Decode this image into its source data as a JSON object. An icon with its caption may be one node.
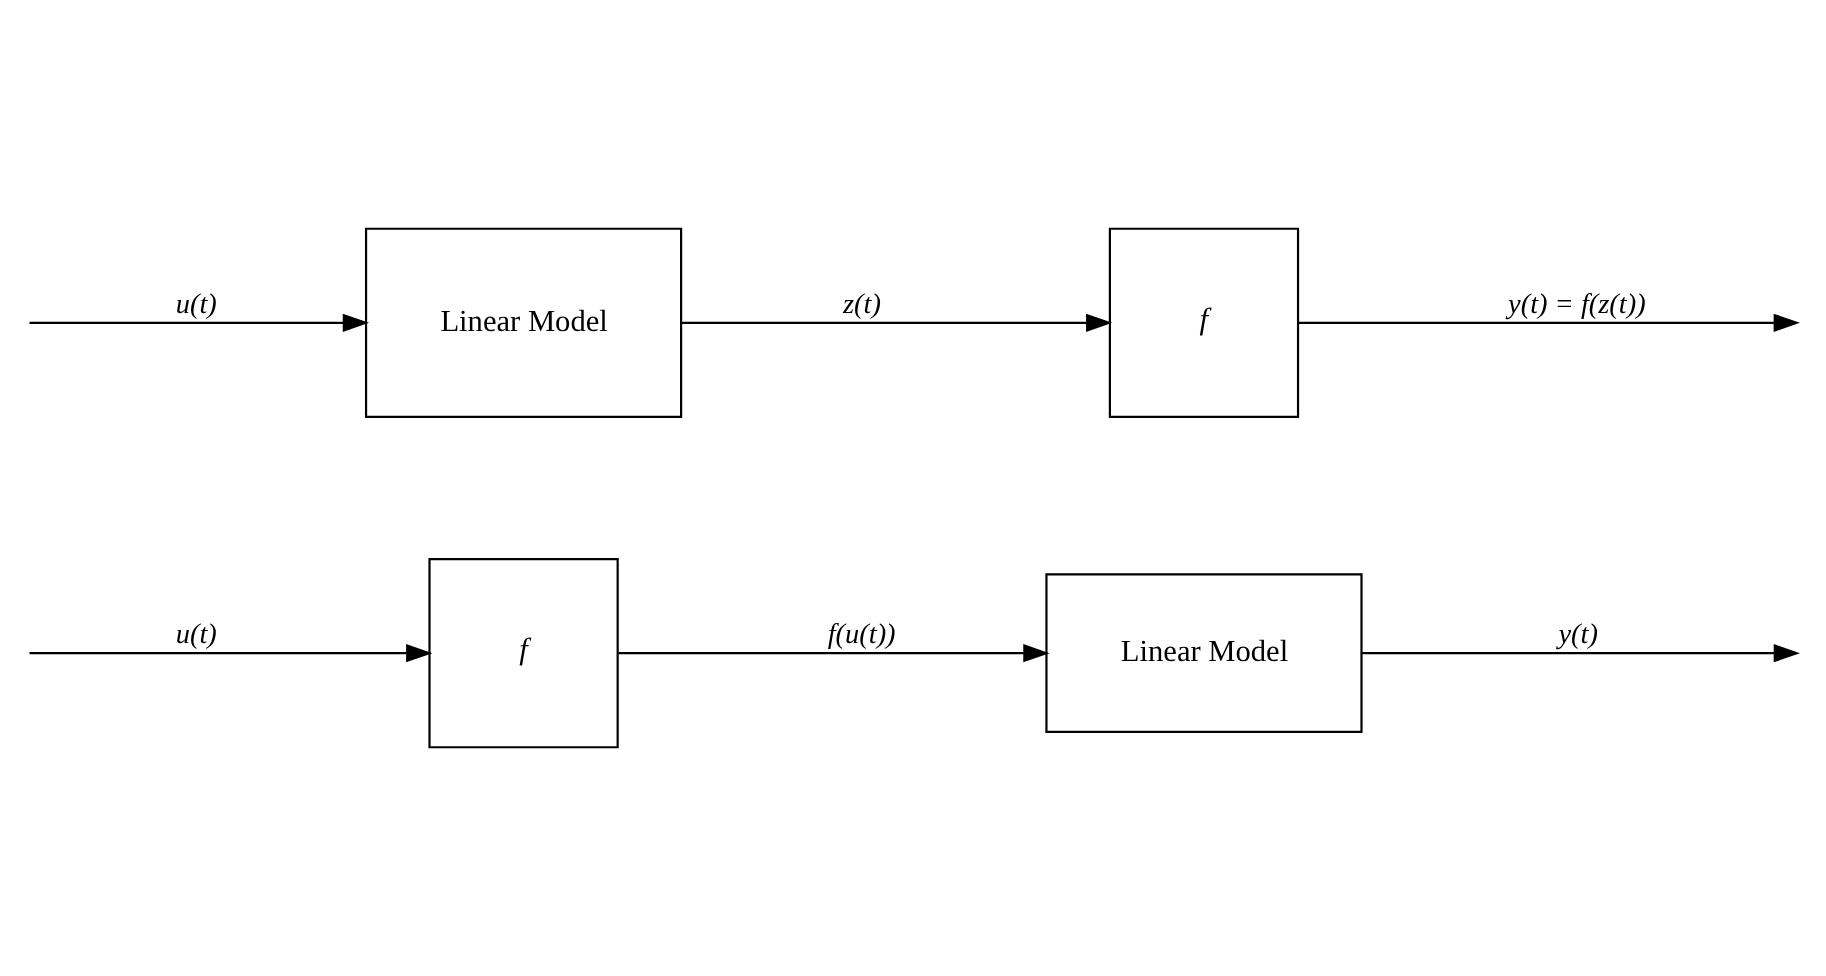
{
  "diagram": {
    "nodes": [
      {
        "text": [
          "f"
        ]
      },
      {
        "text": [
          "Linear Model"
        ]
      },
      {
        "text": [
          "Linear Model"
        ]
      },
      {
        "text": [
          "f"
        ]
      }
    ],
    "edges": [
      {
        "from": null,
        "to": 0,
        "arrow": "to",
        "label": "u(t)"
      },
      {
        "from": 0,
        "to": 1,
        "arrow": "to",
        "label": "f(u(t))"
      },
      {
        "from": 1,
        "to": null,
        "arrow": "to",
        "label": "y(t)"
      },
      {
        "from": null,
        "to": 2,
        "arrow": "to",
        "label": "u(t)"
      },
      {
        "from": 2,
        "to": 3,
        "arrow": "to",
        "label": "z(t)"
      },
      {
        "from": 3,
        "to": null,
        "arrow": "to",
        "label": "y(t) = f(z(t))"
      }
    ]
  }
}
